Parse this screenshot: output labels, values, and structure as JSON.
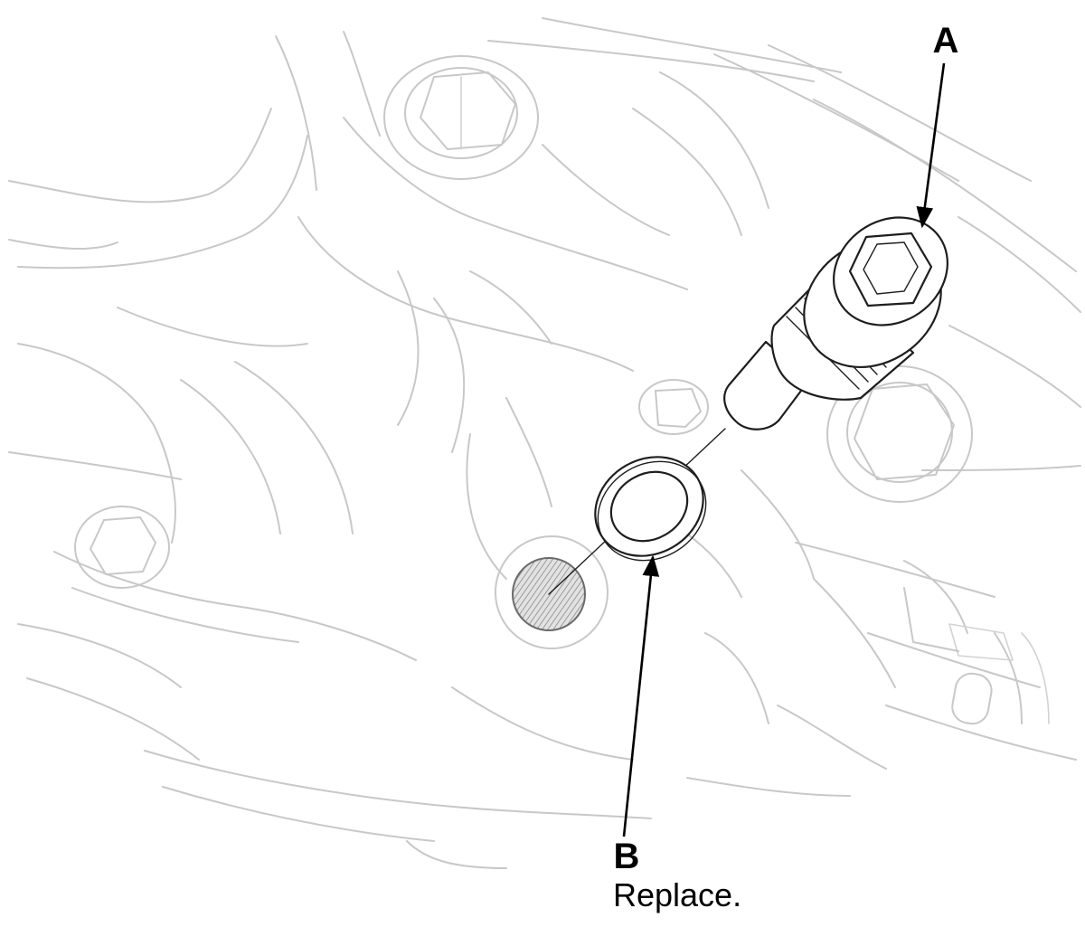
{
  "callouts": {
    "a": {
      "letter": "A"
    },
    "b": {
      "letter": "B",
      "note": "Replace."
    }
  },
  "colors": {
    "part_outline": "#1e1e1e",
    "background_outline": "#c8c8c8",
    "leader": "#000000"
  }
}
